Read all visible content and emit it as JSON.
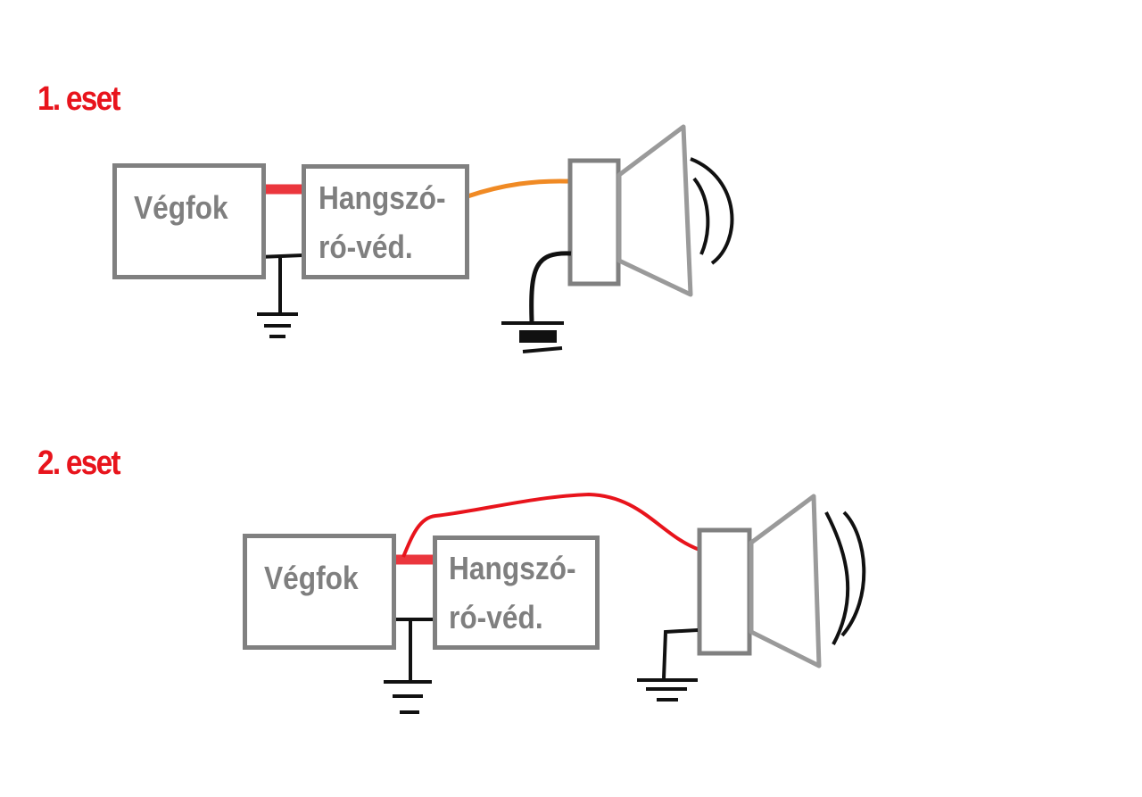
{
  "case1": {
    "title": "1. eset",
    "amp_label": "Végfok",
    "protector_line1": "Hangszó-",
    "protector_line2": "ró-véd."
  },
  "case2": {
    "title": "2. eset",
    "amp_label": "Végfok",
    "protector_line1": "Hangszó-",
    "protector_line2": "ró-véd."
  },
  "colors": {
    "title": "#e8141c",
    "box": "#808080",
    "wire_red": "#e8141c",
    "wire_orange": "#f08a24",
    "ground": "#111111"
  }
}
